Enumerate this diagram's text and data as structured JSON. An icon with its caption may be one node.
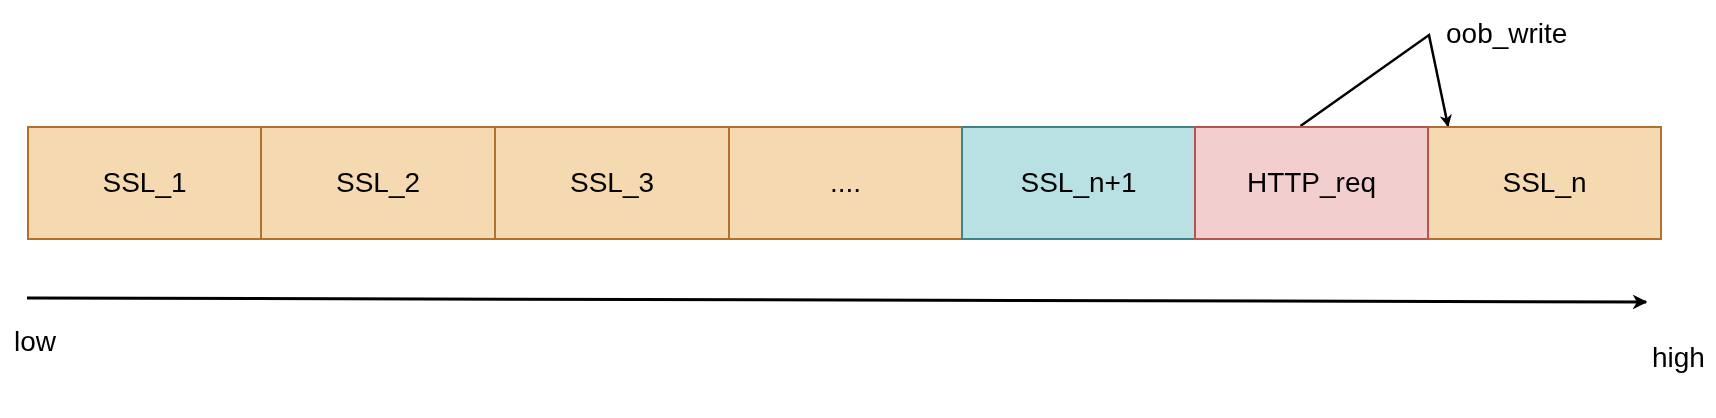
{
  "diagram": {
    "nodes": [
      {
        "text": [
          "SSL_1"
        ]
      },
      {
        "text": [
          "SSL_2"
        ]
      },
      {
        "text": [
          "SSL_3"
        ]
      },
      {
        "text": [
          "...."
        ]
      },
      {
        "text": [
          "SSL_n+1"
        ]
      },
      {
        "text": [
          "HTTP_req"
        ]
      },
      {
        "text": [
          "SSL_n"
        ]
      }
    ],
    "edges": [
      {
        "from": 5,
        "to": 6,
        "arrow": "to",
        "label": "oob_write"
      }
    ],
    "labels": [
      "low",
      "high"
    ]
  }
}
